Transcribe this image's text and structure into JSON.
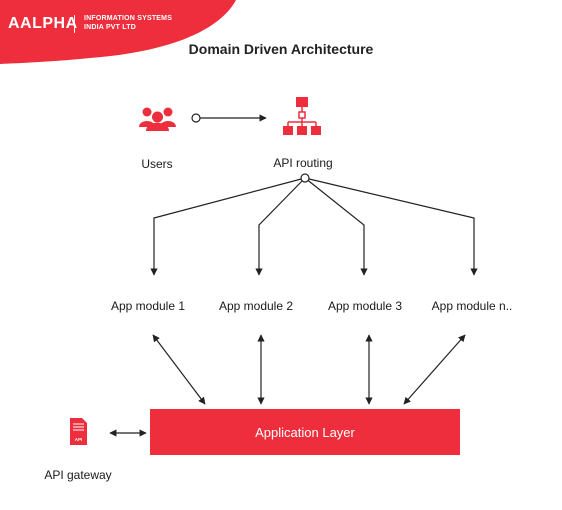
{
  "header": {
    "brand": "AALPHA",
    "company_line1": "INFORMATION SYSTEMS",
    "company_line2": "INDIA PVT LTD"
  },
  "title": "Domain Driven Architecture",
  "nodes": {
    "users": "Users",
    "api_routing": "API routing",
    "modules": [
      "App module 1",
      "App module 2",
      "App module 3",
      "App module n.."
    ],
    "application_layer": "Application Layer",
    "api_gateway": "API gateway",
    "api_doc_icon_text": "API"
  },
  "colors": {
    "accent": "#EE2E3C",
    "line": "#222222"
  },
  "icons": {
    "users": "users-group-icon",
    "api_routing": "network-hierarchy-icon",
    "api_gateway": "api-document-icon"
  }
}
